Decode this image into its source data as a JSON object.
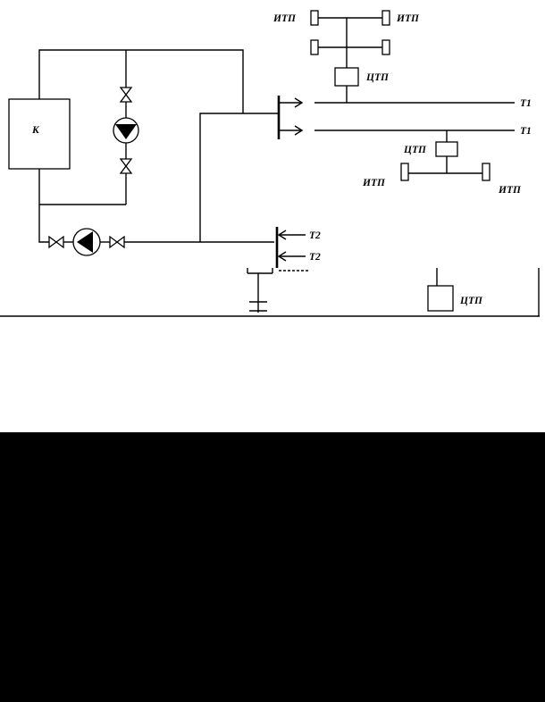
{
  "scheme": {
    "boiler_label": "К",
    "supply_label_top": "Т1",
    "supply_label_bottom": "Т1",
    "return_label_top": "Т2",
    "return_label_bottom": "Т2",
    "upper_group": {
      "itp_left": "ИТП",
      "itp_right": "ИТП",
      "ctp": "ЦТП"
    },
    "lower_group": {
      "ctp": "ЦТП",
      "itp_left": "ИТП",
      "itp_right": "ИТП"
    },
    "bottom_ctp": "ЦТП"
  },
  "colors": {
    "line": "#000000",
    "background": "#ffffff",
    "dark_area": "#000000"
  }
}
